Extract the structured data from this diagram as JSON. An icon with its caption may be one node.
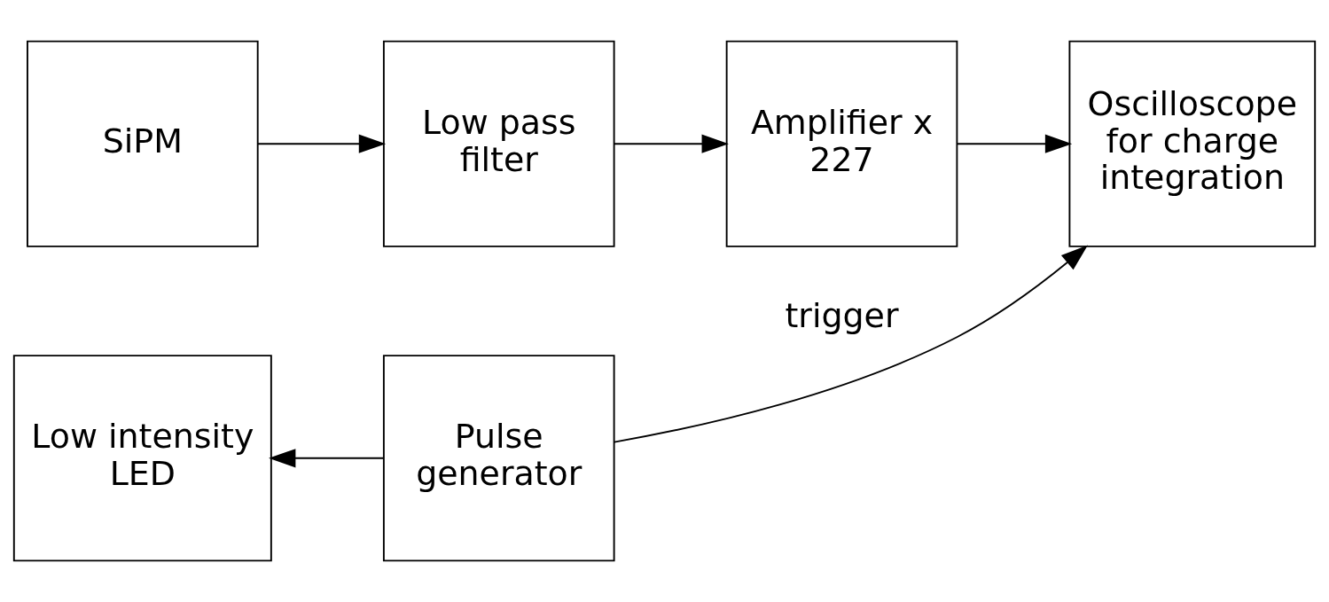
{
  "diagram": {
    "nodes": [
      {
        "text": [
          "SiPM"
        ]
      },
      {
        "text": [
          "Low pass filter"
        ]
      },
      {
        "text": [
          "Amplifier x 227"
        ]
      },
      {
        "text": [
          "Oscilloscope for charge integration"
        ]
      },
      {
        "text": [
          "Low intensity LED"
        ]
      },
      {
        "text": [
          "Pulse generator"
        ]
      }
    ],
    "edges": [
      {
        "from": 0,
        "to": 1,
        "arrow": "to"
      },
      {
        "from": 1,
        "to": 2,
        "arrow": "to"
      },
      {
        "from": 2,
        "to": 3,
        "arrow": "to"
      },
      {
        "from": 5,
        "to": 4,
        "arrow": "to"
      },
      {
        "from": 5,
        "to": 3,
        "arrow": "to",
        "label": "trigger"
      }
    ]
  }
}
